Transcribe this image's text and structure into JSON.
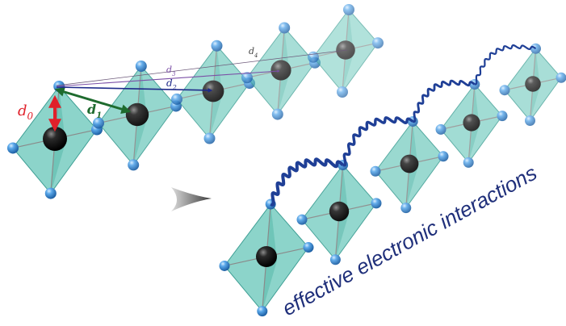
{
  "labels": {
    "d0": "d",
    "d0_sub": "0",
    "d1": "d",
    "d1_sub": "1",
    "d2": "d",
    "d2_sub": "2",
    "d3": "d",
    "d3_sub": "3",
    "d4": "d",
    "d4_sub": "4",
    "caption": "effective electronic interactions"
  },
  "colors": {
    "octahedron_fill": "#5fc4b6",
    "octahedron_edge": "#3f9f95",
    "ligand": "#3d8fd6",
    "metal": "#111111",
    "d0": "#e0202a",
    "d1": "#1e6b2e",
    "d2": "#1f2a8a",
    "d3": "#7b4fa6",
    "d4": "#6d5a7a",
    "spring": "#1f3f96",
    "caption": "#1f2f7a",
    "arrow": "#444444"
  },
  "icons": {
    "transition_arrow": "chevron-arrow-icon"
  }
}
